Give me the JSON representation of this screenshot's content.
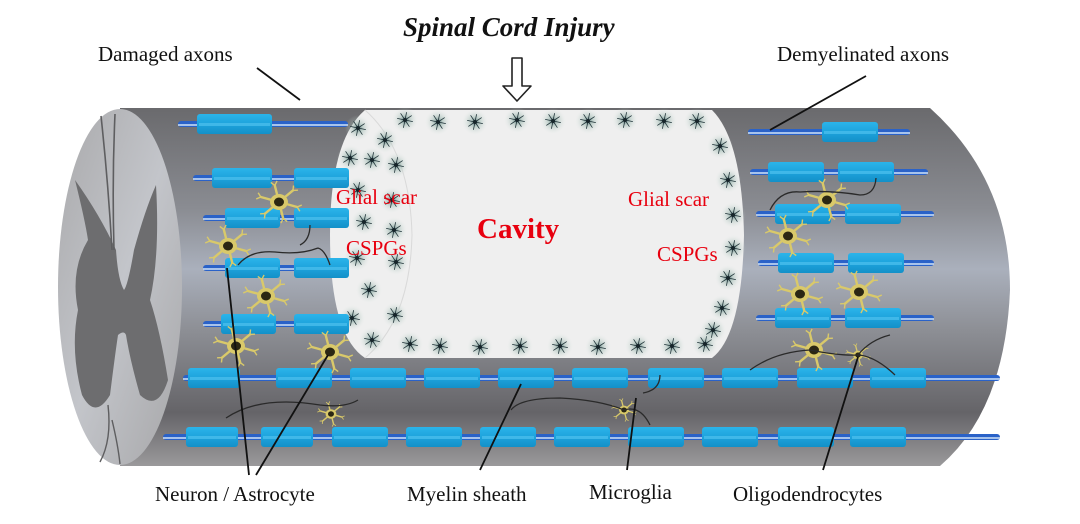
{
  "title": "Spinal Cord Injury",
  "callouts": {
    "damaged_axons": "Damaged axons",
    "demyelinated_axons": "Demyelinated axons",
    "neuron_astrocyte": "Neuron / Astrocyte",
    "myelin_sheath": "Myelin sheath",
    "microglia": "Microglia",
    "oligodendrocytes": "Oligodendrocytes"
  },
  "lesion": {
    "cavity": "Cavity",
    "left_glial_scar": "Glial scar",
    "left_cspgs": "CSPGs",
    "right_glial_scar": "Glial scar",
    "right_cspgs": "CSPGs"
  },
  "colors": {
    "cord_body": "#7b7b7f",
    "cord_highlight": "#a9adb6",
    "cross_section": "#b9b9bb",
    "grey_matter": "#6f6f70",
    "myelin": "#1aa6de",
    "axon": "#2a62c8",
    "axon_highlight": "#c7dcf5",
    "cavity_fill": "#efefef",
    "label_red": "#e8000f",
    "cell_body": "#d9c96a"
  },
  "icons": {
    "injury_arrow": "down-arrow-outline",
    "astrocyte": "star-cell",
    "glial_cell": "dark-star-cell"
  }
}
